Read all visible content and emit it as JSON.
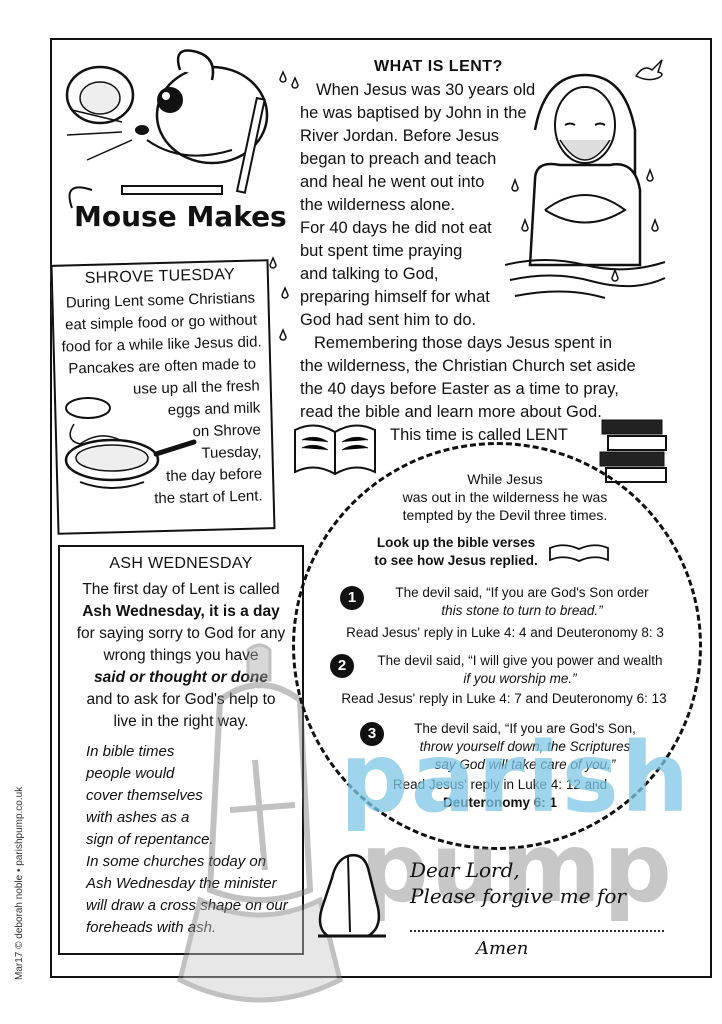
{
  "header": {
    "title": "Mouse Makes"
  },
  "lent": {
    "heading": "WHAT IS LENT?",
    "lines": [
      "When Jesus was 30 years old",
      "he was baptised by John in the",
      "River Jordan. Before Jesus",
      "began to preach and teach",
      "and heal he went out into",
      "the wilderness alone.",
      "For 40 days he did not eat",
      "but spent time praying",
      "and talking to God,",
      "preparing himself for what",
      "God had sent him to do.",
      "Remembering those days Jesus spent in",
      "the wilderness, the Christian Church set aside",
      "the 40 days before Easter as a time to pray,",
      "read the bible and learn more about God.",
      "This time is called LENT"
    ]
  },
  "shrove": {
    "title": "SHROVE TUESDAY",
    "lines": [
      "During Lent some Christians",
      "eat simple food or go without",
      "food for a while like Jesus did.",
      "Pancakes are often made to",
      "use up all the fresh",
      "eggs and milk",
      "on Shrove",
      "Tuesday,",
      "the day before",
      "the start of Lent."
    ]
  },
  "ash": {
    "title": "ASH WEDNESDAY",
    "lines": [
      "The first day of Lent is called",
      "Ash Wednesday, it is a day",
      "for saying sorry to God for any",
      "wrong things you have",
      "said or thought or done",
      "and to ask for God's help to",
      "live in the right way."
    ],
    "italic_lines": [
      "In bible times",
      "people would",
      "cover themselves",
      "with ashes as a",
      "sign of repentance.",
      "In some churches today on",
      "Ash Wednesday the minister",
      "will draw a cross shape on our",
      "foreheads with ash."
    ]
  },
  "temptation": {
    "intro": [
      "While Jesus",
      "was out in the wilderness he was",
      "tempted by the Devil three times."
    ],
    "lookup": [
      "Look up the bible verses",
      "to see how Jesus replied."
    ],
    "items": [
      {
        "num": "1",
        "said": [
          "The devil said, “If you are God's Son order",
          "this stone to turn to bread.”"
        ],
        "read": "Read Jesus' reply in Luke 4: 4 and Deuteronomy 8: 3"
      },
      {
        "num": "2",
        "said": [
          "The devil said, “I will give you power and wealth",
          "if you worship me.”"
        ],
        "read": "Read Jesus' reply in Luke 4: 7 and Deuteronomy 6: 13"
      },
      {
        "num": "3",
        "said": [
          "The devil said, “If you are God's Son,",
          "throw yourself down, the Scriptures",
          "say God will take care of you.”"
        ],
        "read": "Read Jesus' reply in Luke 4: 12 and",
        "read2": "Deuteronomy 6: 1"
      }
    ]
  },
  "prayer": {
    "line1": "Dear Lord,",
    "line2": "Please forgive me for",
    "amen": "Amen"
  },
  "watermark": {
    "top": "parish",
    "bottom": "pump"
  },
  "credit": "Mar17 © deborah noble • parishpump.co.uk",
  "icons": [
    "mouse-icon",
    "jesus-icon",
    "dove-icon",
    "bible-icon",
    "books-icon",
    "pancake-pan-icon",
    "praying-hands-icon",
    "lantern-icon"
  ]
}
